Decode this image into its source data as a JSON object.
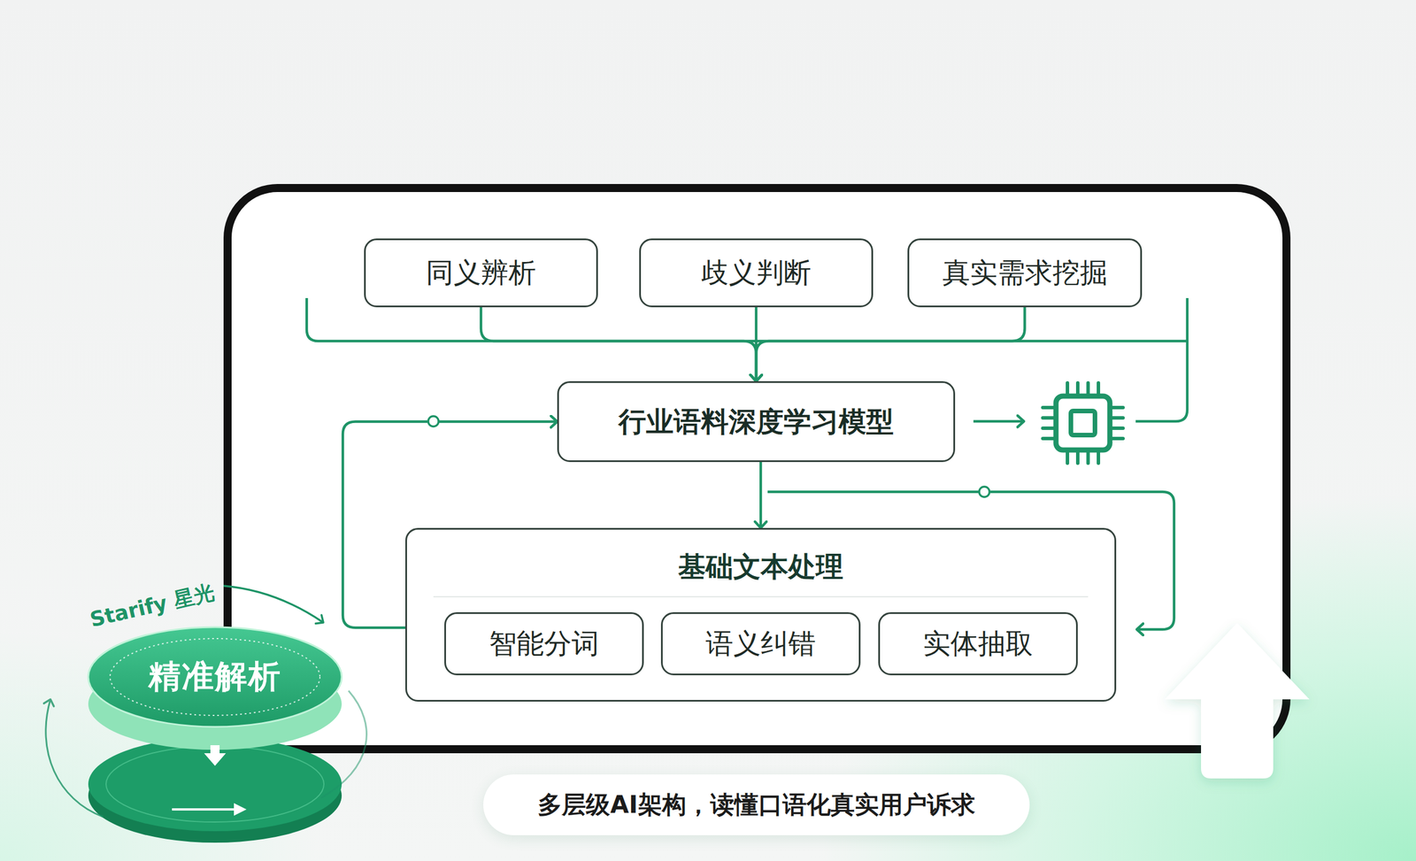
{
  "diagram": {
    "caption": "多层级AI架构，读懂口语化真实用户诉求",
    "nodes": [
      {
        "text": [
          "同义辨析"
        ]
      },
      {
        "text": [
          "歧义判断"
        ]
      },
      {
        "text": [
          "真实需求挖掘"
        ]
      },
      {
        "text": [
          "行业语料深度学习模型"
        ]
      },
      {
        "text": [
          "基础文本处理"
        ]
      },
      {
        "text": [
          "智能分词"
        ],
        "in": 4
      },
      {
        "text": [
          "语义纠错"
        ],
        "in": 4
      },
      {
        "text": [
          "实体抽取"
        ],
        "in": 4
      },
      {
        "text": [
          "精准解析"
        ]
      }
    ],
    "edges": [
      {
        "from": 0,
        "to": 3,
        "arrow": "to"
      },
      {
        "from": 1,
        "to": 3,
        "arrow": "to"
      },
      {
        "from": 2,
        "to": 3,
        "arrow": "to"
      },
      {
        "from": 3,
        "to": 4,
        "arrow": "to"
      },
      {
        "from": 4,
        "to": 3,
        "arrow": "to"
      }
    ],
    "labels": [
      "Starify 星光"
    ]
  }
}
